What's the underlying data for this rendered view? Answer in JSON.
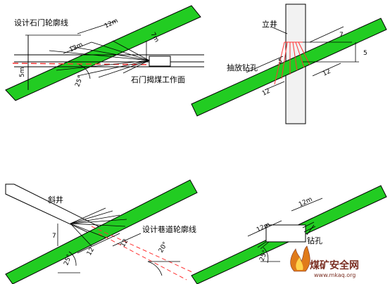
{
  "colors": {
    "coal_seam": "#22cc22",
    "seam_outline": "#000000",
    "borehole": "#ff3333",
    "shaft_fill": "#f2f2f2",
    "watermark": "#7a2e22"
  },
  "panels": {
    "top_left": {
      "label_contour": "设计石门轮廓线",
      "label_face": "石门揭煤工作面",
      "dim_12m_a": "12m",
      "dim_12m_b": "12m",
      "dim_7m": "7m",
      "dim_5m": "5m",
      "angle": "25°"
    },
    "top_right": {
      "label_shaft": "立井",
      "label_drain": "抽放钻孔",
      "dim_7": "7",
      "dim_5_right": "5",
      "dim_5_left": "5",
      "dim_12_a": "12",
      "dim_12_b": "12"
    },
    "bottom_left": {
      "label_incline": "斜井",
      "label_contour": "设计巷道轮廓线",
      "dim_7": "7",
      "dim_12_a": "12",
      "dim_12_b": "12",
      "angle_seam": "25°",
      "angle_road": "20°"
    },
    "bottom_right": {
      "dim_12m_a": "12m",
      "dim_12m_b": "12m",
      "label_hole": "钻孔",
      "angle": "25°"
    }
  },
  "watermark": {
    "text": "煤矿安全网",
    "url": "www.mkaq.org"
  }
}
